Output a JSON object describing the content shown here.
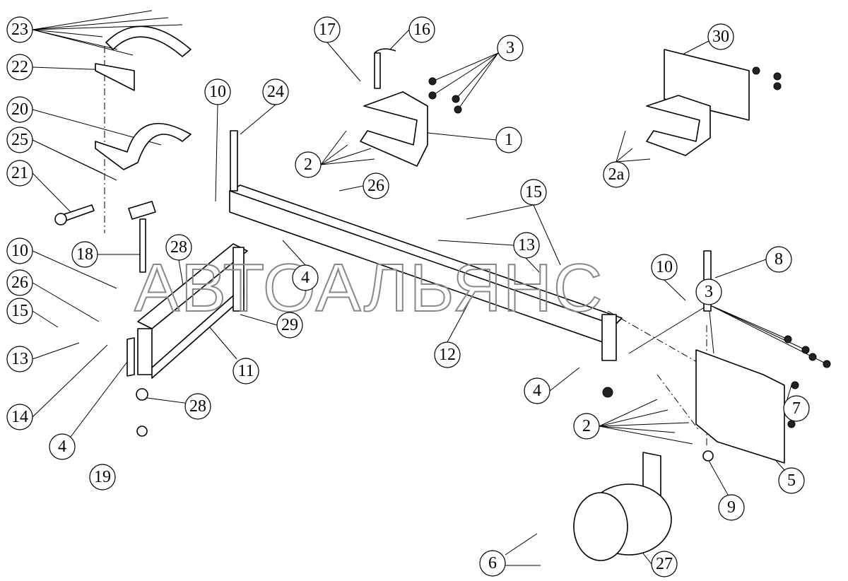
{
  "watermark": "АВТОАЛЬЯНС",
  "callouts": [
    "23",
    "22",
    "20",
    "25",
    "21",
    "10",
    "26",
    "15",
    "13",
    "14",
    "4",
    "19",
    "28",
    "18",
    "28",
    "11",
    "29",
    "4",
    "10",
    "24",
    "17",
    "16",
    "3",
    "1",
    "2",
    "26",
    "15",
    "13",
    "12",
    "4",
    "10",
    "8",
    "3",
    "7",
    "2",
    "5",
    "9",
    "27",
    "6",
    "30",
    "2a"
  ]
}
